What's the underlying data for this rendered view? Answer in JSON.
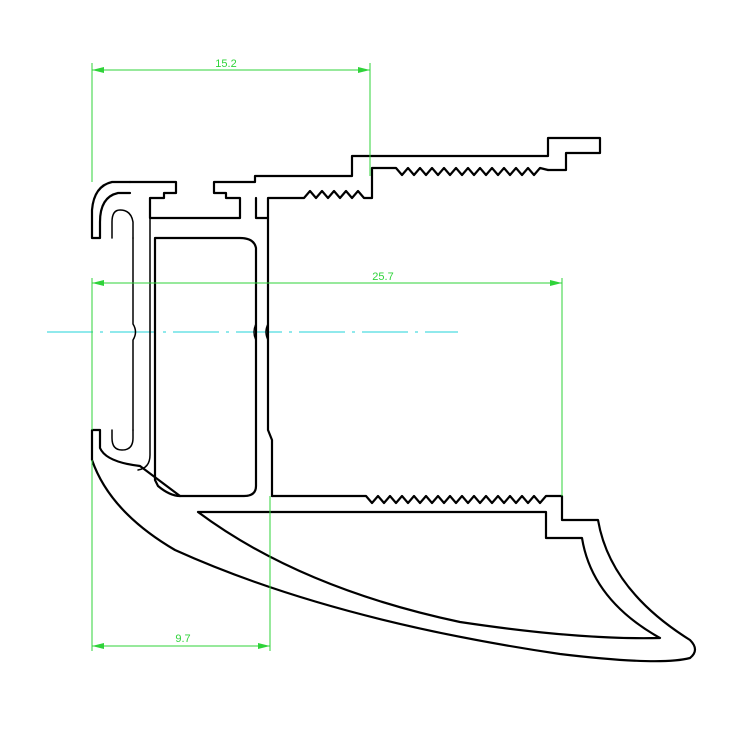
{
  "drawing": {
    "line_color": "#000000",
    "dimension_color": "#2fd33a",
    "centerline_color": "#22d3d8",
    "dimensions": [
      {
        "id": "top-width",
        "value": "15.2"
      },
      {
        "id": "overall-width",
        "value": "25.7"
      },
      {
        "id": "bottom-width",
        "value": "9.7"
      }
    ]
  }
}
